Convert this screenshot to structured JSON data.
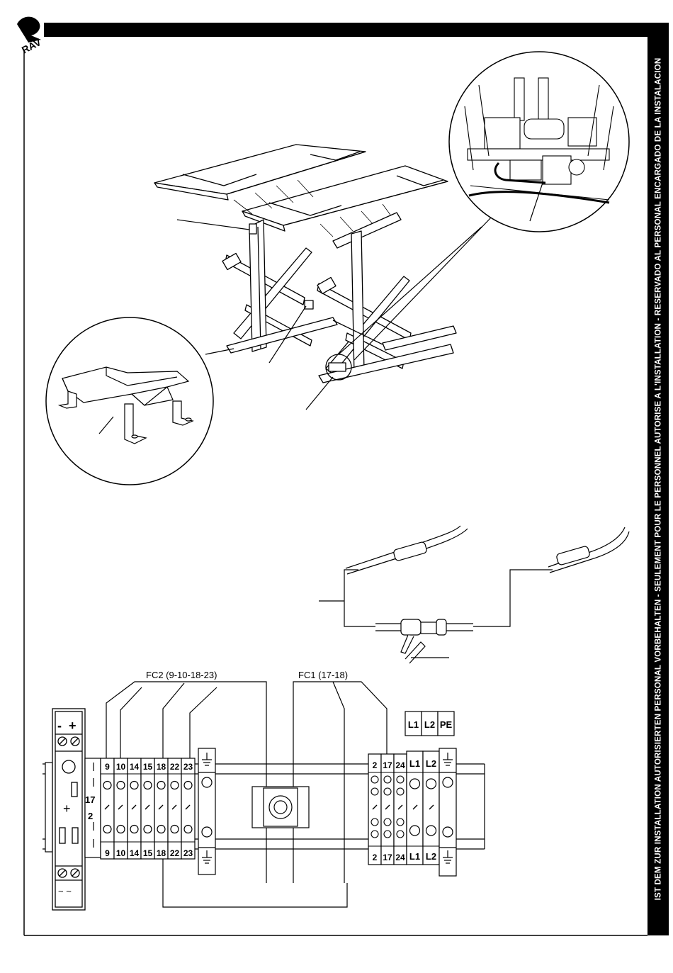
{
  "sidebar": {
    "text": "IST DEM ZUR INSTALLATION AUTORISIERTEN PERSONAL VORBEHALTEN - SEULEMENT POUR LE PERSONNEL AUTORISE A L'INSTALLATION - RESERVADO AL PERSONAL ENCARGADO DE LA INSTALACION"
  },
  "logo": {
    "text": "RAV"
  },
  "wiring": {
    "fc2_label": "FC2 (9-10-18-23)",
    "fc1_label": "FC1 (17-18)",
    "left_numbers": [
      "9",
      "10",
      "14",
      "15",
      "18",
      "22",
      "23"
    ],
    "side_labels": [
      "17",
      "2"
    ],
    "right_numbers": [
      "2",
      "17",
      "24"
    ],
    "phase_labels": [
      "L1",
      "L2"
    ],
    "supply_labels": [
      "L1",
      "L2",
      "PE"
    ],
    "relay_top": [
      "-",
      "+"
    ],
    "relay_mid": "+",
    "relay_bottom": "~ ~"
  }
}
